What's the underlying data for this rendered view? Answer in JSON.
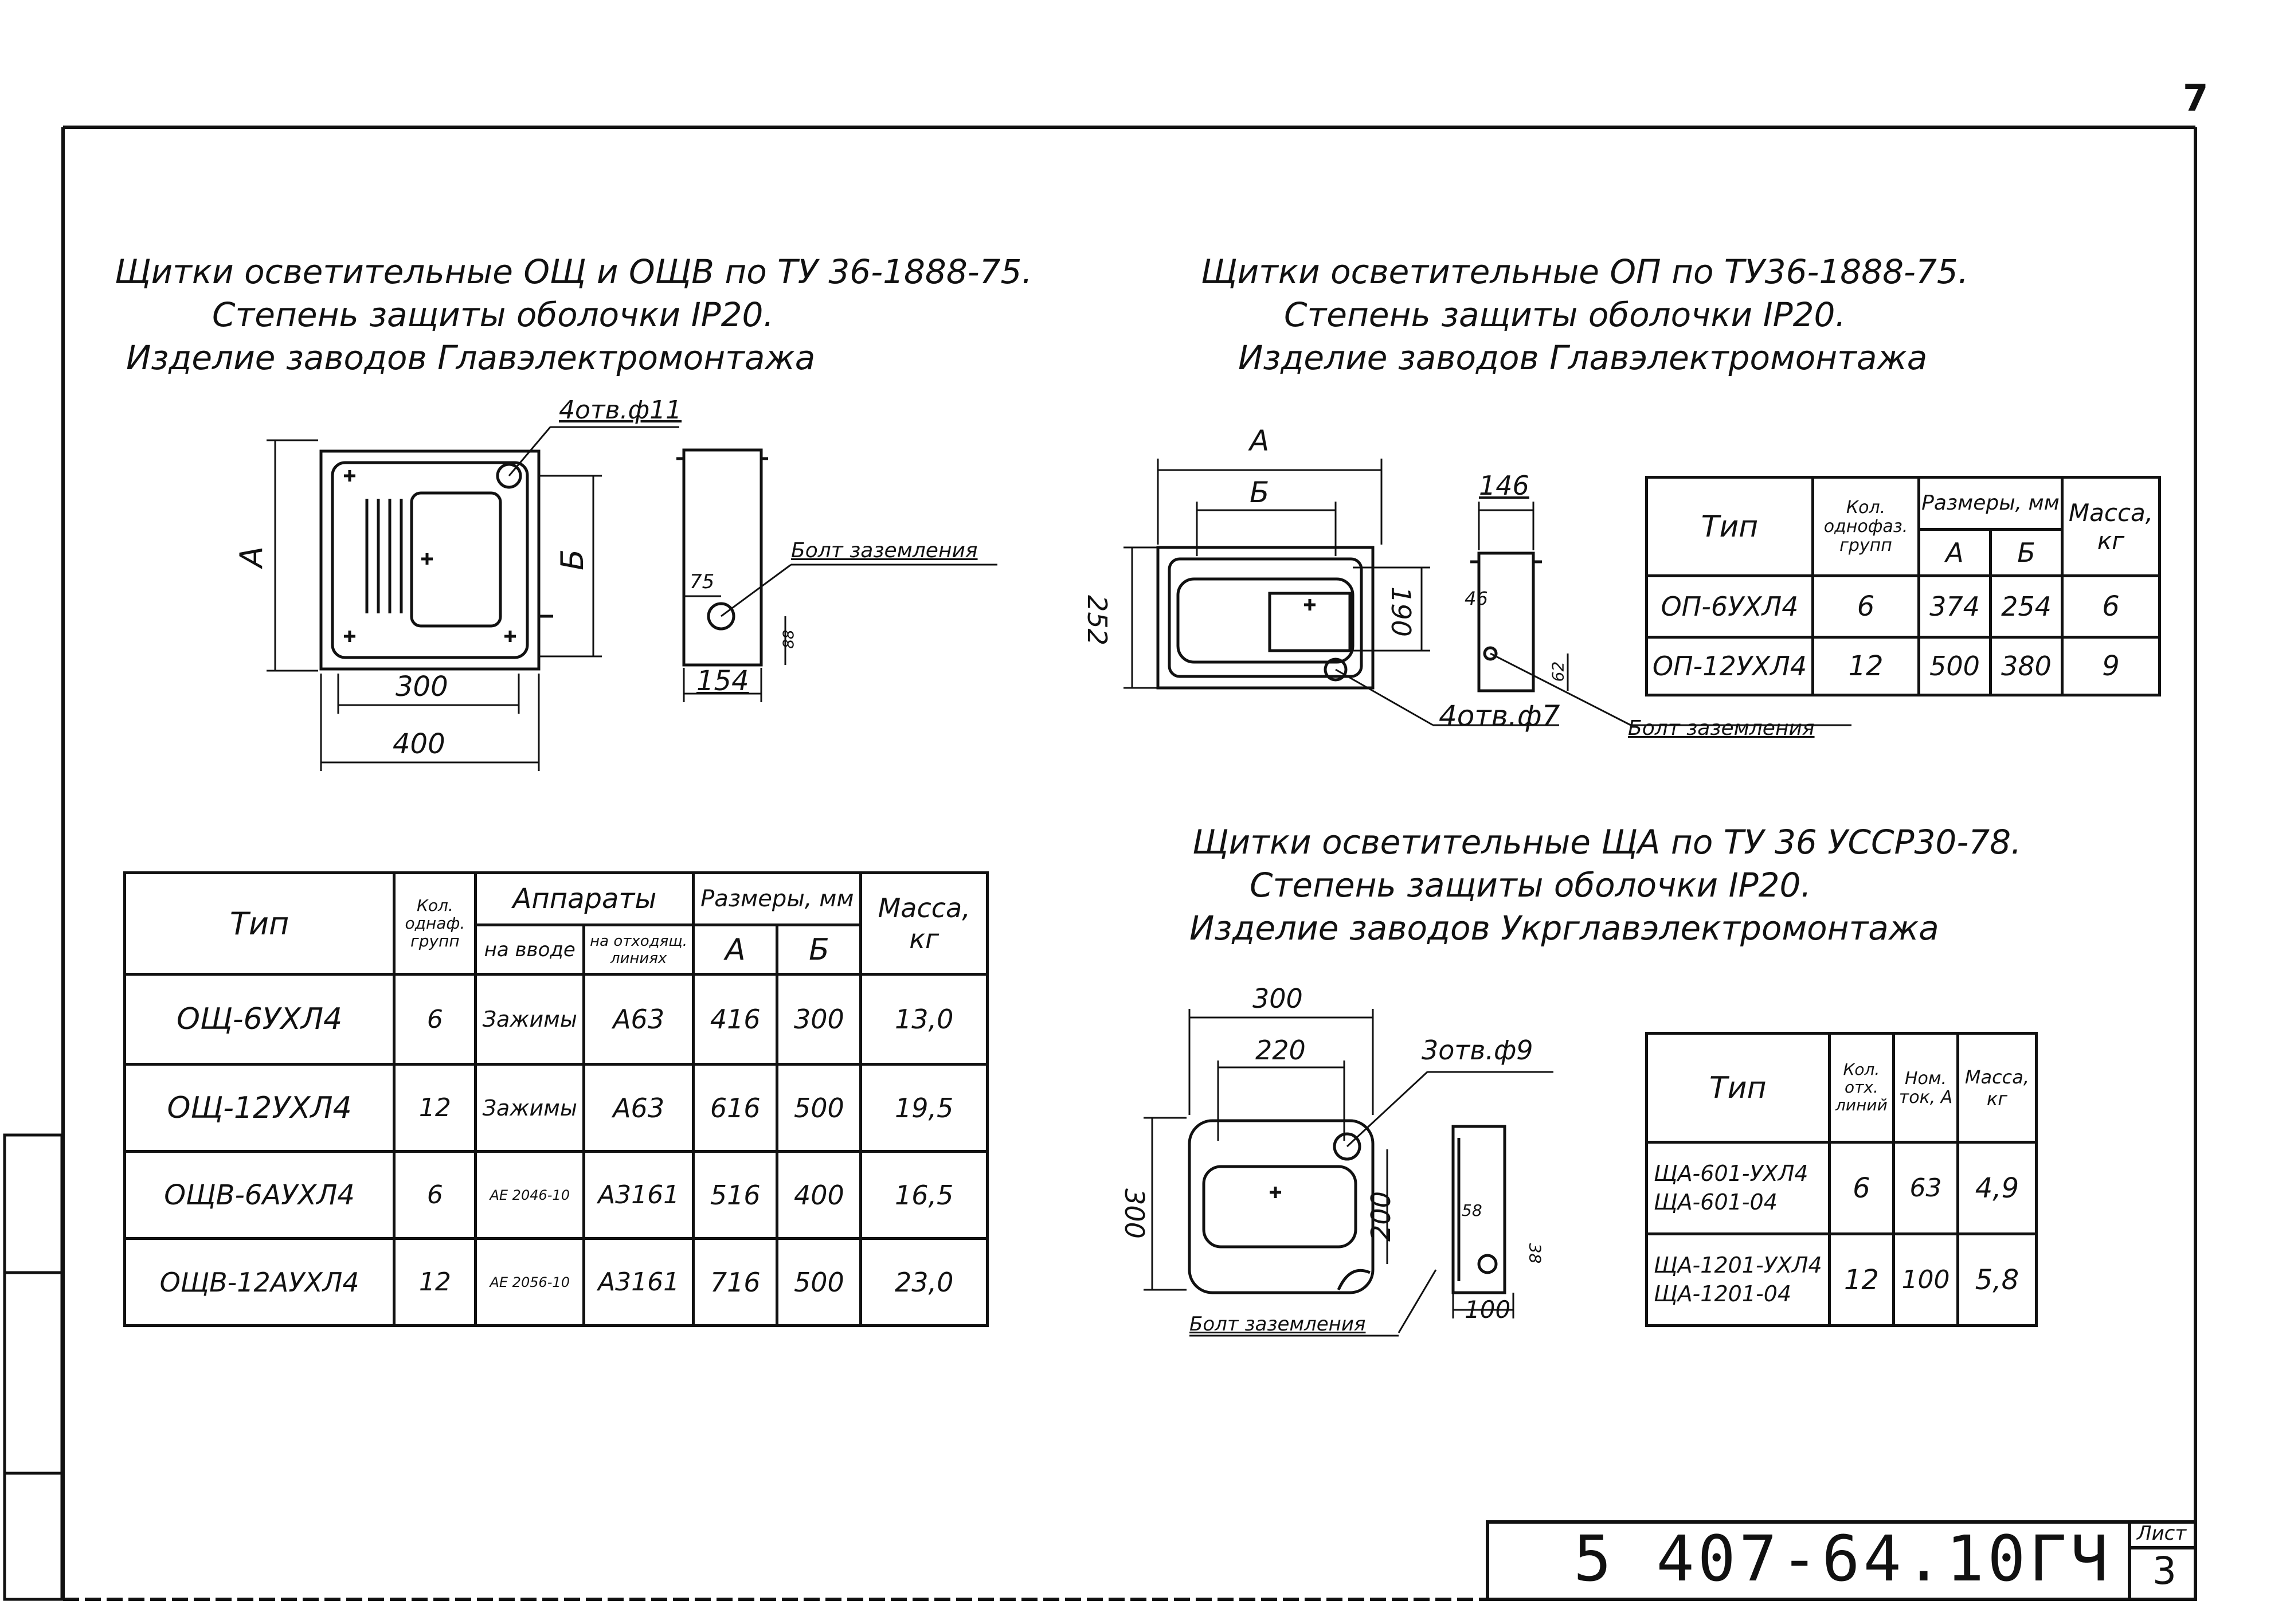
{
  "sheet_number_top": "7",
  "section_left": {
    "title_lines": [
      "Щитки осветительные ОЩ и ОЩВ по ТУ 36-1888-75.",
      "Степень защиты оболочки IP20.",
      "Изделие заводов Главэлектромонтажа"
    ],
    "drawing_labels": {
      "holes": "4отв.ф11",
      "dim_A": "А",
      "dim_B": "Б",
      "dim_300": "300",
      "dim_400": "400",
      "dim_75": "75",
      "dim_88": "88",
      "dim_154": "154",
      "ground_bolt": "Болт заземления"
    },
    "table": {
      "headers": {
        "type": "Тип",
        "groups": "Кол. однаф. групп",
        "apparatus": "Аппараты",
        "on_input": "на вводе",
        "on_outgoing": "на отходящ. линиях",
        "sizes": "Размеры, мм",
        "a": "А",
        "b": "Б",
        "mass": "Масса, кг"
      },
      "rows": [
        {
          "type": "ОЩ-6УХЛ4",
          "groups": "6",
          "input": "Зажимы",
          "outgoing": "А63",
          "a": "416",
          "b": "300",
          "mass": "13,0"
        },
        {
          "type": "ОЩ-12УХЛ4",
          "groups": "12",
          "input": "Зажимы",
          "outgoing": "А63",
          "a": "616",
          "b": "500",
          "mass": "19,5"
        },
        {
          "type": "ОЩВ-6АУХЛ4",
          "groups": "6",
          "input": "АЕ 2046-10",
          "outgoing": "А3161",
          "a": "516",
          "b": "400",
          "mass": "16,5"
        },
        {
          "type": "ОЩВ-12АУХЛ4",
          "groups": "12",
          "input": "АЕ 2056-10",
          "outgoing": "А3161",
          "a": "716",
          "b": "500",
          "mass": "23,0"
        }
      ]
    }
  },
  "section_op": {
    "title_lines": [
      "Щитки осветительные ОП по ТУ36-1888-75.",
      "Степень защиты оболочки IP20.",
      "Изделие заводов Главэлектромонтажа"
    ],
    "drawing_labels": {
      "dim_A": "А",
      "dim_B": "Б",
      "dim_252": "252",
      "dim_190": "190",
      "dim_146": "146",
      "dim_46": "46",
      "dim_62": "62",
      "holes": "4отв.ф7",
      "ground_bolt": "Болт заземления"
    },
    "table": {
      "headers": {
        "type": "Тип",
        "groups": "Кол. однофаз. групп",
        "sizes": "Размеры, мм",
        "a": "А",
        "b": "Б",
        "mass": "Масса, кг"
      },
      "rows": [
        {
          "type": "ОП-6УХЛ4",
          "groups": "6",
          "a": "374",
          "b": "254",
          "mass": "6"
        },
        {
          "type": "ОП-12УХЛ4",
          "groups": "12",
          "a": "500",
          "b": "380",
          "mass": "9"
        }
      ]
    }
  },
  "section_sha": {
    "title_lines": [
      "Щитки осветительные ЩА по ТУ 36 УССР30-78.",
      "Степень защиты оболочки IP20.",
      "Изделие заводов Укрглавэлектромонтажа"
    ],
    "drawing_labels": {
      "dim_300_top": "300",
      "dim_220": "220",
      "holes": "3отв.ф9",
      "dim_300_side": "300",
      "dim_200": "200",
      "dim_58": "58",
      "dim_38": "38",
      "dim_100": "100",
      "ground_bolt": "Болт заземления"
    },
    "table": {
      "headers": {
        "type": "Тип",
        "lines": "Кол. отх. линий",
        "current": "Ном. ток, А",
        "mass": "Масса, кг"
      },
      "rows": [
        {
          "type1": "ЩА-601-УХЛ4",
          "type2": "ЩА-601-04",
          "lines": "6",
          "current": "63",
          "mass": "4,9"
        },
        {
          "type1": "ЩА-1201-УХЛ4",
          "type2": "ЩА-1201-04",
          "lines": "12",
          "current": "100",
          "mass": "5,8"
        }
      ]
    }
  },
  "stamp": {
    "doc_code": "5 407-64.10ГЧ",
    "sheet_label": "Лист",
    "sheet_number": "3"
  }
}
